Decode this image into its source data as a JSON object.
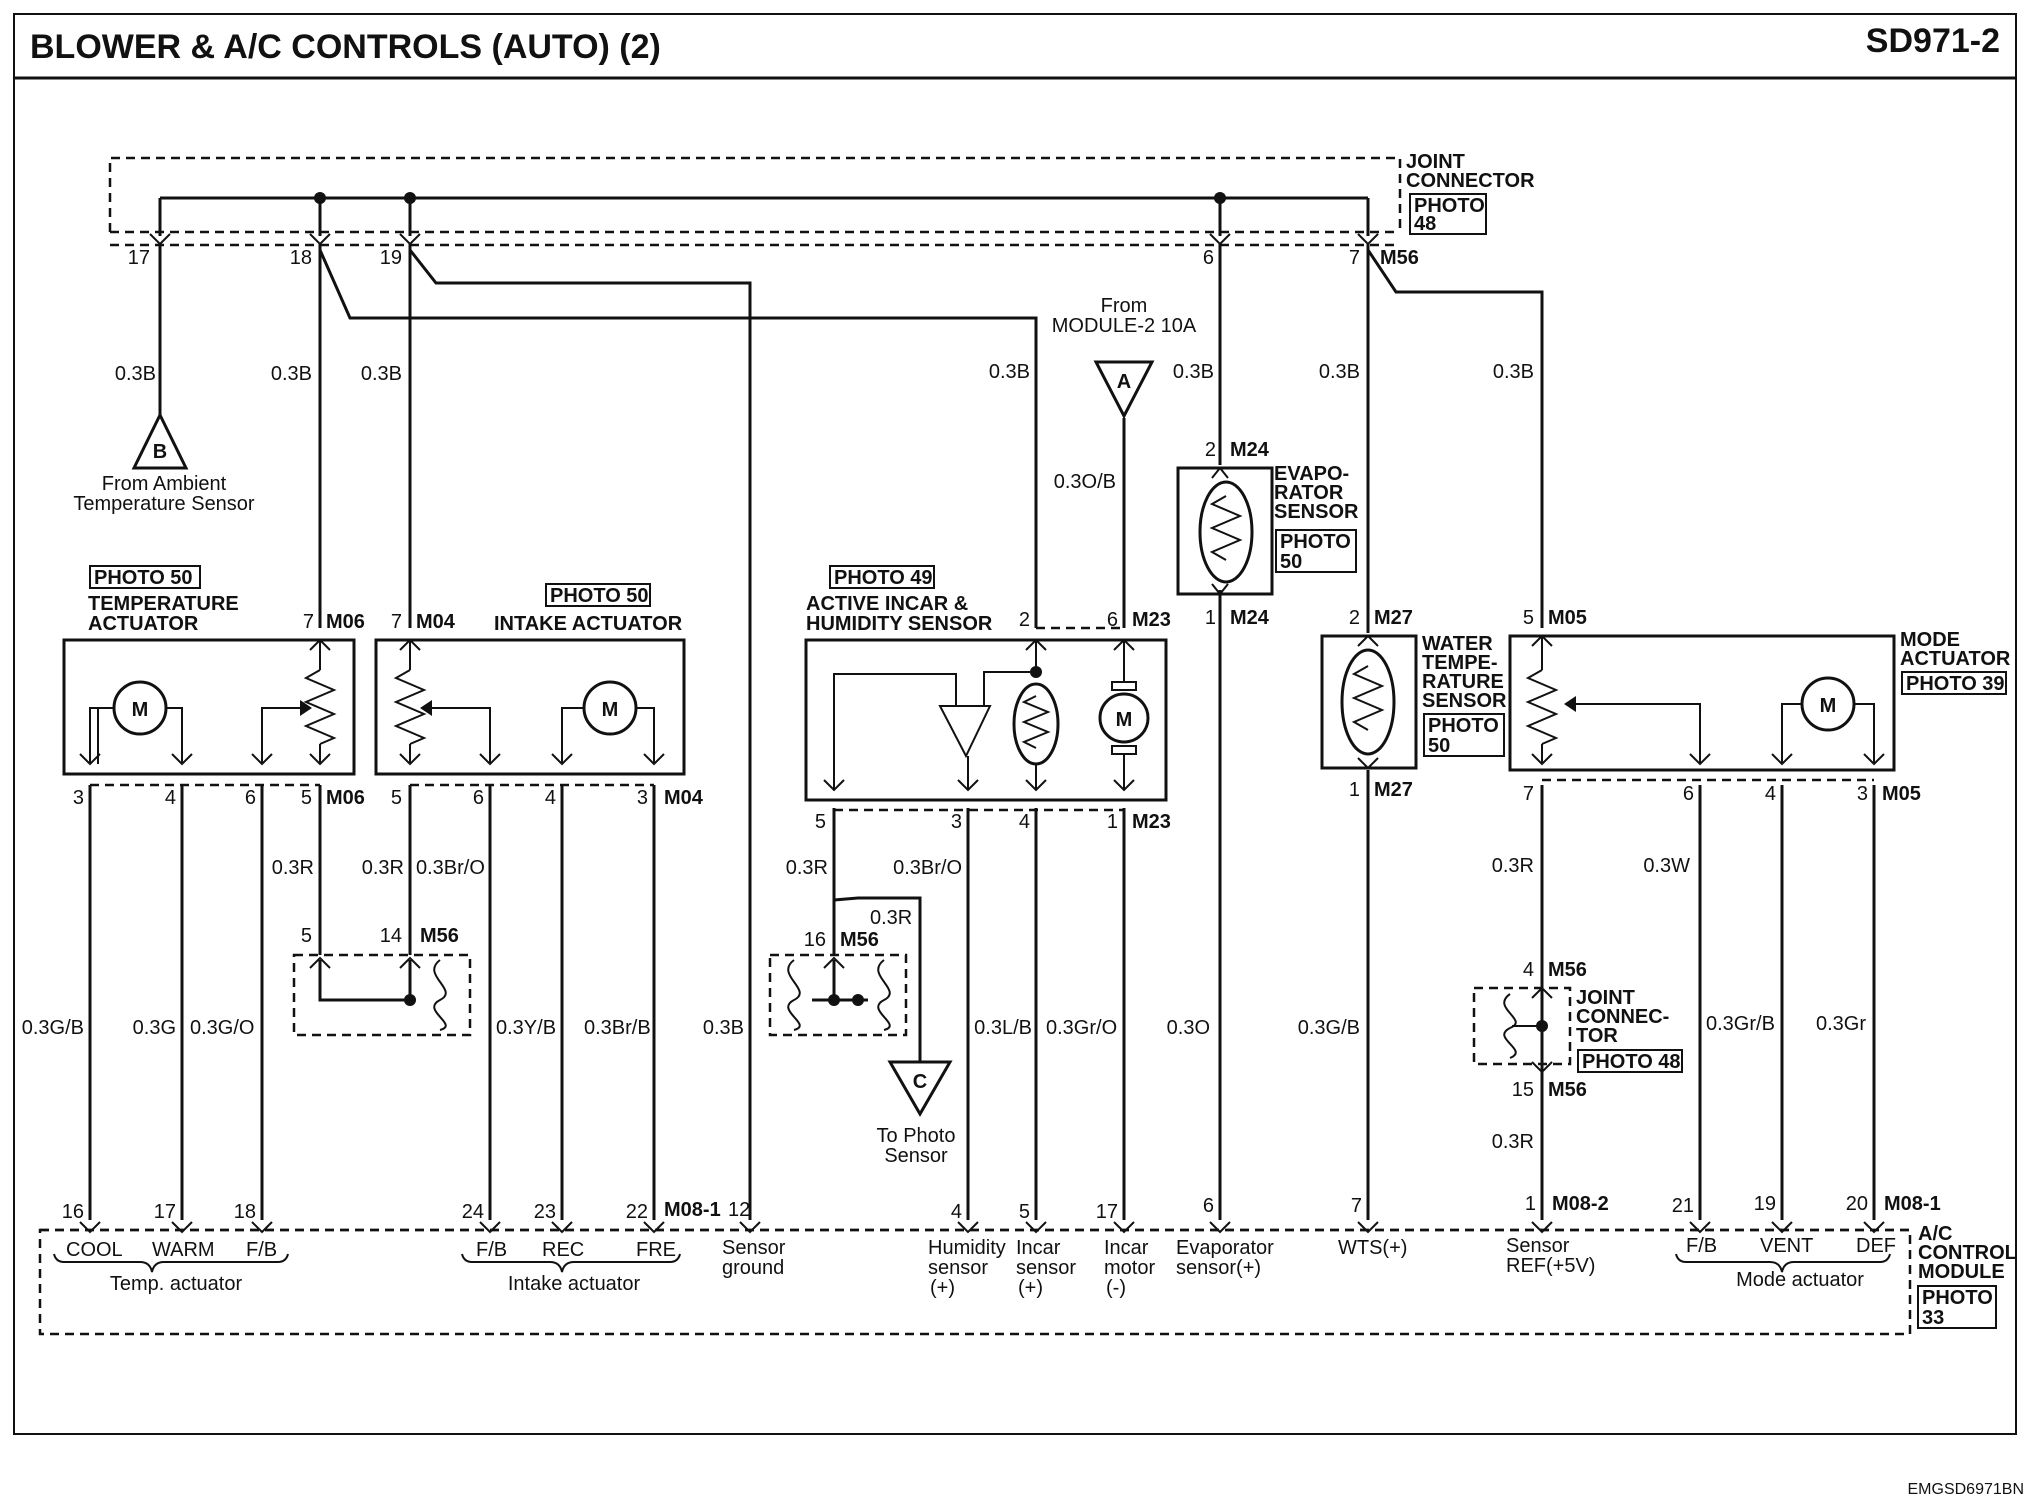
{
  "header": {
    "title": "BLOWER & A/C CONTROLS (AUTO) (2)",
    "code": "SD971-2"
  },
  "footer": {
    "doc_id": "EMGSD6971BN"
  },
  "joint_connector_top": {
    "label_1": "JOINT",
    "label_2": "CONNECTOR",
    "photo_1": "PHOTO",
    "photo_2": "48",
    "pins": [
      "17",
      "18",
      "19",
      "6",
      "7"
    ],
    "connector": "M56"
  },
  "wires": {
    "w_17": "0.3B",
    "w_18": "0.3B",
    "w_19": "0.3B",
    "w_sgnd_top": "0.3B",
    "w_pin6": "0.3B",
    "w_pin7": "0.3B",
    "w_mode_gnd": "0.3B",
    "w_incar_feed": "0.3O/B",
    "w_t5": "0.3R",
    "w_i5": "0.3R",
    "w_i6": "0.3Br/O",
    "w_t3": "0.3G/B",
    "w_t4": "0.3G",
    "w_t6": "0.3G/O",
    "w_i6b": "0.3Y/B",
    "w_i3": "0.3Br/B",
    "w_sgnd": "0.3B",
    "w_h5": "0.3R",
    "w_h3": "0.3Br/O",
    "w_h5b": "0.3R",
    "w_h4": "0.3L/B",
    "w_h1": "0.3Gr/O",
    "w_evap": "0.3O",
    "w_wts": "0.3G/B",
    "w_m7": "0.3R",
    "w_m7b": "0.3R",
    "w_m6": "0.3W",
    "w_m4": "0.3Gr/B",
    "w_m3": "0.3Gr"
  },
  "connector_b": {
    "letter": "B",
    "label_1": "From Ambient",
    "label_2": "Temperature Sensor"
  },
  "connector_a": {
    "letter": "A",
    "label_1": "From",
    "label_2": "MODULE-2 10A"
  },
  "connector_c": {
    "letter": "C",
    "label_1": "To Photo",
    "label_2": "Sensor"
  },
  "temp_actuator": {
    "photo": "PHOTO 50",
    "name_1": "TEMPERATURE",
    "name_2": "ACTUATOR",
    "pin_top": "7",
    "conn_top": "M06",
    "pins_bottom": [
      "3",
      "4",
      "6",
      "5"
    ],
    "conn_bottom": "M06",
    "motor": "M"
  },
  "intake_actuator": {
    "photo": "PHOTO 50",
    "name": "INTAKE ACTUATOR",
    "pin_top": "7",
    "conn_top": "M04",
    "pins_bottom": [
      "5",
      "6",
      "4",
      "3"
    ],
    "conn_bottom": "M04",
    "motor": "M"
  },
  "humidity_sensor": {
    "photo": "PHOTO 49",
    "name_1": "ACTIVE INCAR &",
    "name_2": "HUMIDITY SENSOR",
    "pins_top": [
      "2",
      "6"
    ],
    "conn_top": "M23",
    "pins_bottom": [
      "5",
      "3",
      "4",
      "1"
    ],
    "conn_bottom": "M23",
    "motor": "M"
  },
  "evap_sensor": {
    "name_1": "EVAPO-",
    "name_2": "RATOR",
    "name_3": "SENSOR",
    "photo_1": "PHOTO",
    "photo_2": "50",
    "pin_top": "2",
    "conn_top": "M24",
    "pin_bottom": "1",
    "conn_bottom": "M24"
  },
  "water_sensor": {
    "name_1": "WATER",
    "name_2": "TEMPE-",
    "name_3": "RATURE",
    "name_4": "SENSOR",
    "photo_1": "PHOTO",
    "photo_2": "50",
    "pin_top": "2",
    "conn_top": "M27",
    "pin_bottom": "1",
    "conn_bottom": "M27"
  },
  "mode_actuator": {
    "name_1": "MODE",
    "name_2": "ACTUATOR",
    "photo": "PHOTO 39",
    "pin_top": "5",
    "conn_top": "M05",
    "pins_bottom": [
      "7",
      "6",
      "4",
      "3"
    ],
    "conn_bottom": "M05",
    "motor": "M"
  },
  "splice_left": {
    "pins": [
      "5",
      "14"
    ],
    "conn": "M56"
  },
  "splice_mid": {
    "pin": "16",
    "conn": "M56"
  },
  "joint_connector_right": {
    "pin_top": "4",
    "conn_top": "M56",
    "label_1": "JOINT",
    "label_2": "CONNEC-",
    "label_3": "TOR",
    "photo": "PHOTO 48",
    "pin_bottom": "15",
    "conn_bottom": "M56"
  },
  "control_module": {
    "name_1": "A/C",
    "name_2": "CONTROL",
    "name_3": "MODULE",
    "photo_1": "PHOTO",
    "photo_2": "33",
    "conn_1": "M08-1",
    "conn_2": "M08-1",
    "conn_3": "M08-2",
    "conn_4": "M08-1",
    "pins": {
      "p16": "16",
      "p17": "17",
      "p18": "18",
      "p24": "24",
      "p23": "23",
      "p22": "22",
      "p12": "12",
      "p4": "4",
      "p5": "5",
      "p17b": "17",
      "p6": "6",
      "p7": "7",
      "p1": "1",
      "p21": "21",
      "p19": "19",
      "p20": "20"
    },
    "labels": {
      "cool": "COOL",
      "warm": "WARM",
      "fb1": "F/B",
      "temp_group": "Temp. actuator",
      "fb2": "F/B",
      "rec": "REC",
      "fre": "FRE",
      "intake_group": "Intake actuator",
      "sensor_ground_1": "Sensor",
      "sensor_ground_2": "ground",
      "humidity_1": "Humidity",
      "humidity_2": "sensor",
      "humidity_3": "(+)",
      "incar_1": "Incar",
      "incar_2": "sensor",
      "incar_3": "(+)",
      "incar_motor_1": "Incar",
      "incar_motor_2": "motor",
      "incar_motor_3": "(-)",
      "evap_1": "Evaporator",
      "evap_2": "sensor(+)",
      "wts": "WTS(+)",
      "sref_1": "Sensor",
      "sref_2": "REF(+5V)",
      "fb3": "F/B",
      "vent": "VENT",
      "def": "DEF",
      "mode_group": "Mode actuator"
    }
  }
}
